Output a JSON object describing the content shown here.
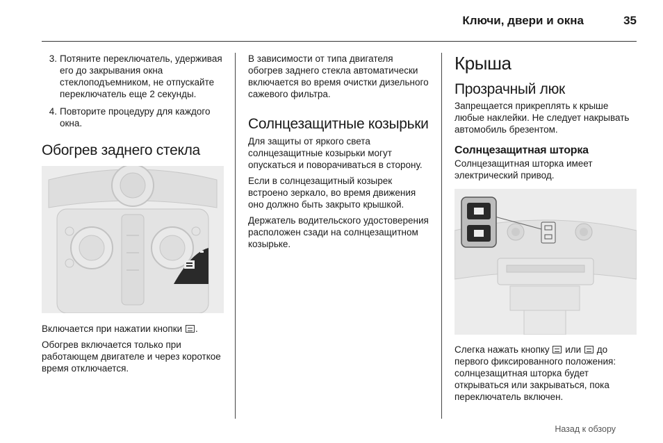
{
  "header": {
    "title": "Ключи, двери и окна",
    "page_number": "35"
  },
  "col1": {
    "steps": [
      {
        "num": "3.",
        "text": "Потяните переключатель, удерживая его до закрывания окна стеклоподъемником, не отпускайте переключатель еще 2 секунды."
      },
      {
        "num": "4.",
        "text": "Повторите процедуру для каждого окна."
      }
    ],
    "heading": "Обогрев заднего стекла",
    "para1_prefix": "Включается при нажатии кнопки",
    "para1_suffix": ".",
    "para2": "Обогрев включается только при работающем двигателе и через короткое время отключается."
  },
  "col2": {
    "intro": "В зависимости от типа двигателя обогрев заднего стекла автоматически включается во время очистки дизельного сажевого фильтра.",
    "heading": "Солнцезащитные козырьки",
    "para1": "Для защиты от яркого света солнцезащитные козырьки могут опускаться и поворачиваться в сторону.",
    "para2": "Если в солнцезащитный козырек встроено зеркало, во время движения оно должно быть закрыто крышкой.",
    "para3": "Держатель водительского удостоверения расположен сзади на солнцезащитном козырьке."
  },
  "col3": {
    "heading": "Крыша",
    "subheading": "Прозрачный люк",
    "para1": "Запрещается прикреплять к крыше любые наклейки. Не следует накрывать автомобиль брезентом.",
    "subsubheading": "Солнцезащитная шторка",
    "para2": "Солнцезащитная шторка имеет электрический привод.",
    "para3_prefix": "Слегка нажать кнопку",
    "para3_mid": "или",
    "para3_suffix": "до первого фиксированного положения: солнцезащитная шторка будет открываться или закрываться, пока переключатель включен."
  },
  "footer": {
    "link": "Назад к обзору"
  }
}
